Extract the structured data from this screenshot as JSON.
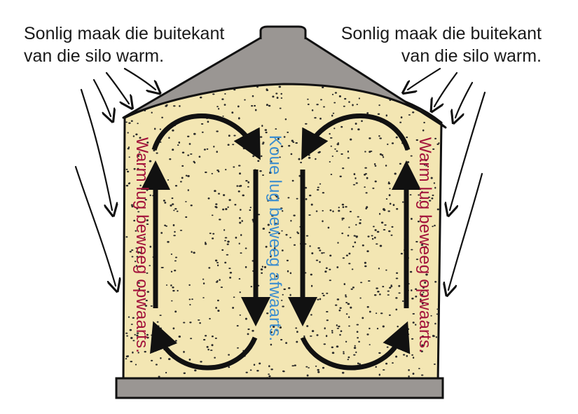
{
  "labels": {
    "sun_left": [
      "Sonlig maak die buitekant",
      "van die silo warm."
    ],
    "sun_right": [
      "Sonlig maak die buitekant",
      "van die silo warm."
    ],
    "warm_air_left": "Warm lug beweeg opwaarts.",
    "warm_air_right": "Warm lug beweeg opwaarts.",
    "cool_air": "Koue lug beweeg afwaarts."
  },
  "colors": {
    "warm_text": "#a3133b",
    "cool_text": "#3d8ecf",
    "grain_fill": "#f3e6b3",
    "roof_fill": "#9a9693",
    "base_fill": "#9a9693",
    "outline": "#111111",
    "dots": "#2a2a2a"
  }
}
